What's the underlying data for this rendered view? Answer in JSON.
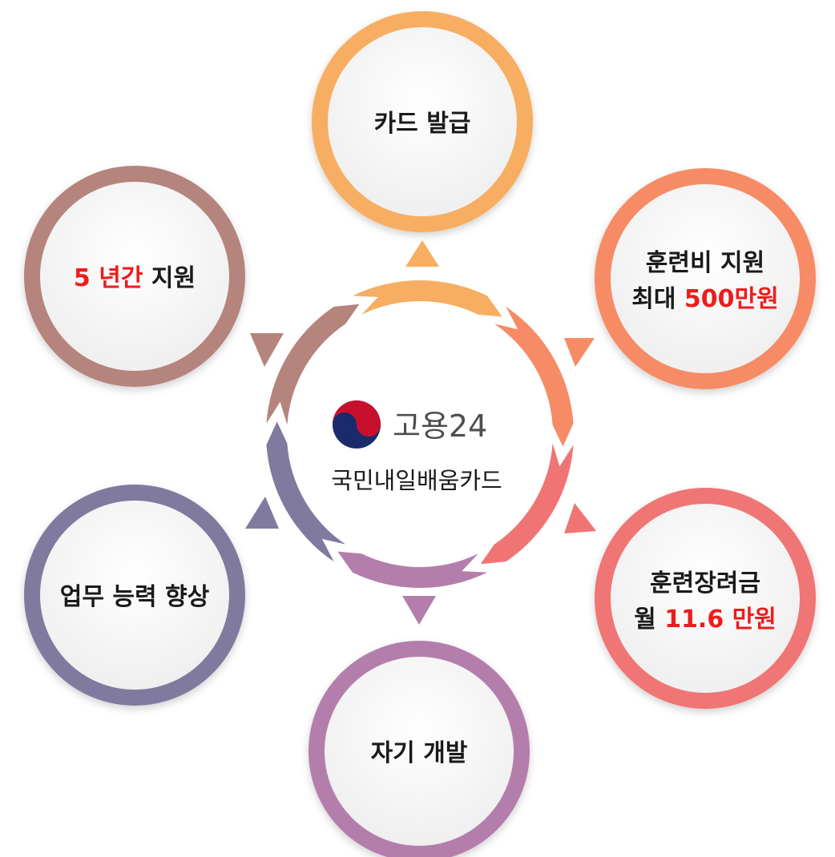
{
  "center": {
    "brand": "고용24",
    "title": "국민내일배움카드"
  },
  "nodes": {
    "card_issue": {
      "text": "카드 발급",
      "color": "#F7AE62"
    },
    "training_fee": {
      "line1": "훈련비 지원",
      "line2_pre": "최대 ",
      "line2_hl": "500만원",
      "color": "#F68B65"
    },
    "incentive": {
      "line1": "훈련장려금",
      "line2_pre": "월 ",
      "line2_hl": "11.6 만원",
      "color": "#F07474"
    },
    "self_dev": {
      "text": "자기 개발",
      "color": "#B47EAC"
    },
    "work_skill": {
      "text": "업무 능력 향상",
      "color": "#807A9E"
    },
    "five_years": {
      "hl": "5 년간",
      "post": " 지원",
      "color": "#B5847C"
    }
  },
  "colors": {
    "highlight": "#EE1C1C",
    "taeguk_red": "#C8102E",
    "taeguk_blue": "#1B2A6B"
  }
}
